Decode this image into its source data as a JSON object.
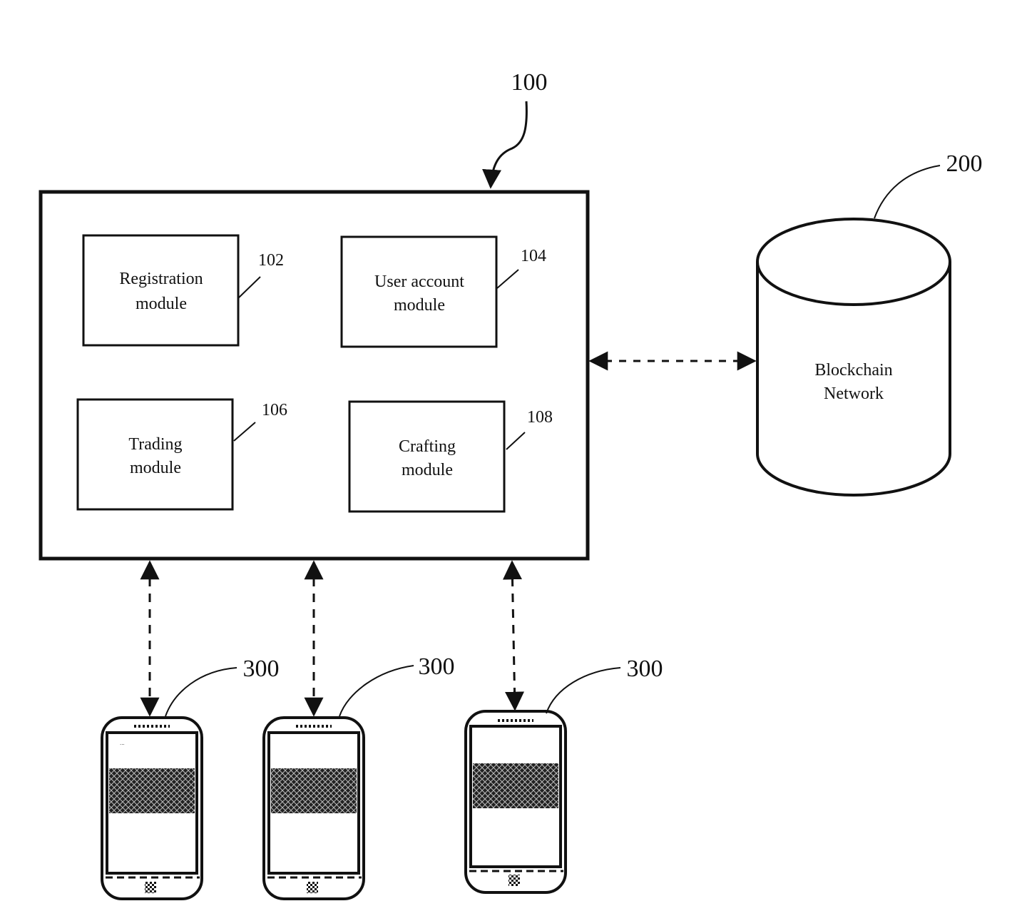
{
  "system": {
    "ref": "100",
    "modules": [
      {
        "ref": "102",
        "line1": "Registration",
        "line2": "module"
      },
      {
        "ref": "104",
        "line1": "User account",
        "line2": "module"
      },
      {
        "ref": "106",
        "line1": "Trading",
        "line2": "module"
      },
      {
        "ref": "108",
        "line1": "Crafting",
        "line2": "module"
      }
    ]
  },
  "blockchain": {
    "ref": "200",
    "line1": "Blockchain",
    "line2": "Network"
  },
  "devices": [
    {
      "ref": "300"
    },
    {
      "ref": "300"
    },
    {
      "ref": "300"
    }
  ],
  "colors": {
    "stroke": "#111111",
    "background": "#ffffff"
  }
}
